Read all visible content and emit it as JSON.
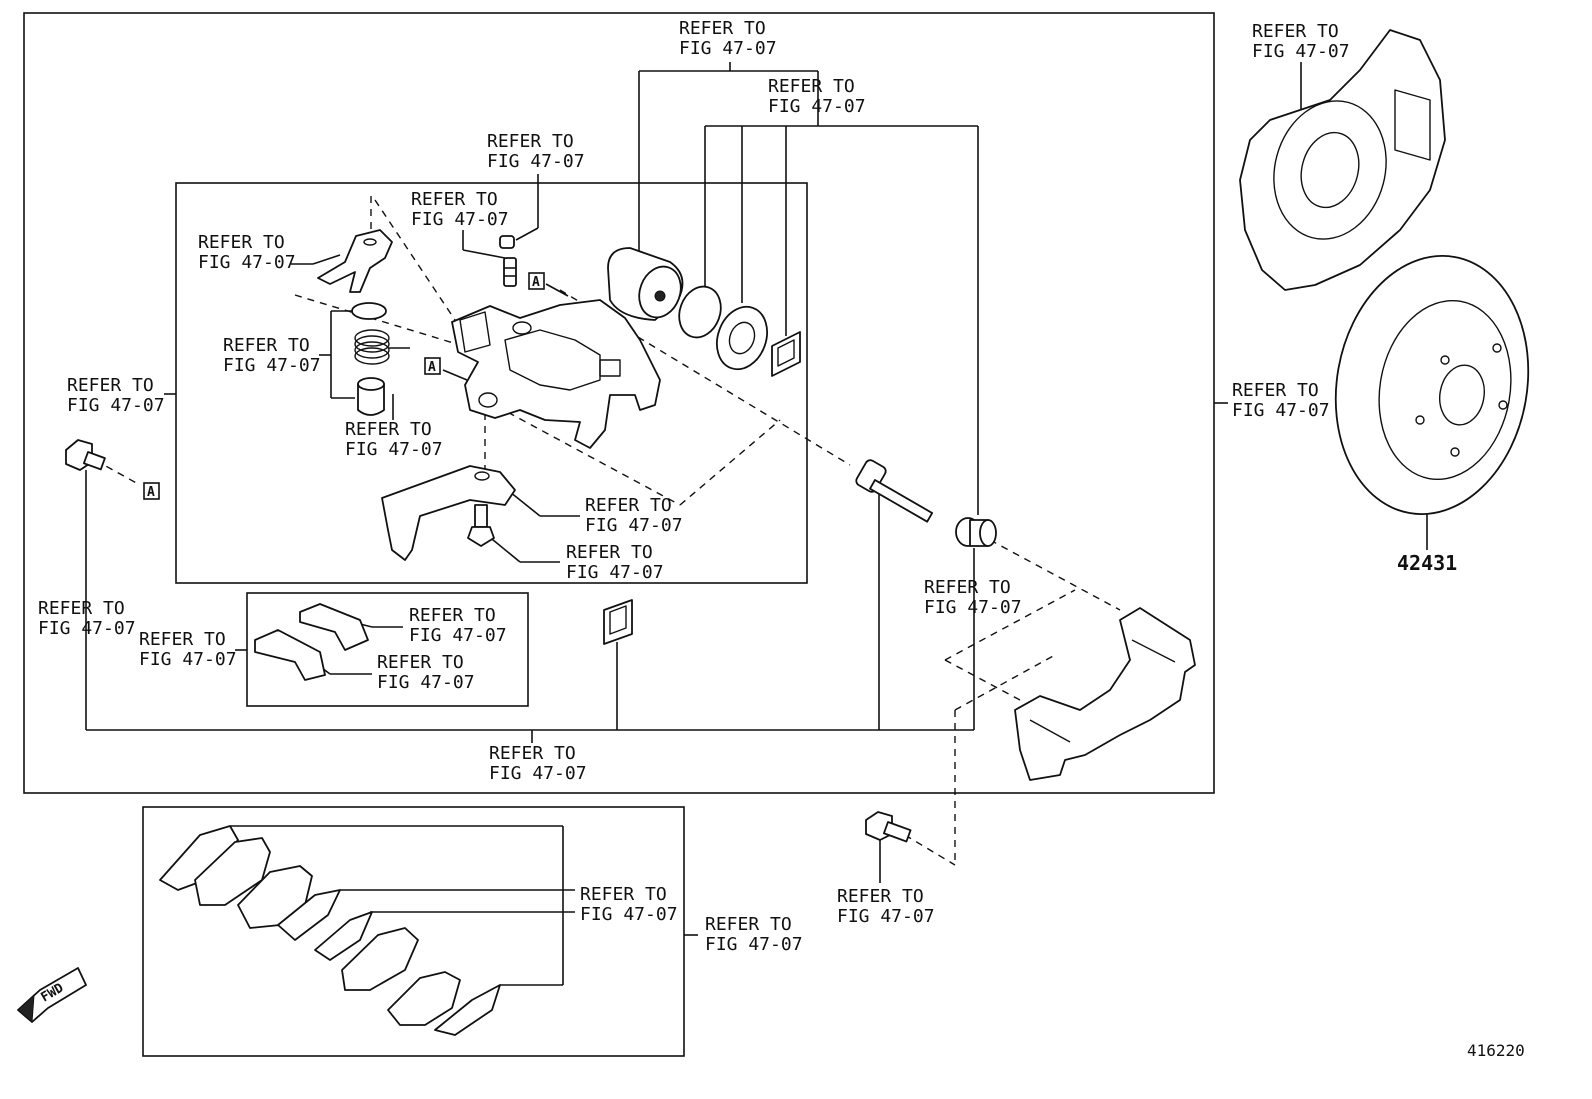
{
  "diagram": {
    "ref_line1": "REFER TO",
    "ref_line2": "FIG 47-07",
    "part_numbers": {
      "rotor": "42431"
    },
    "callout_tag": "A",
    "fwd_label": "FWD",
    "illustration_id": "416220"
  }
}
